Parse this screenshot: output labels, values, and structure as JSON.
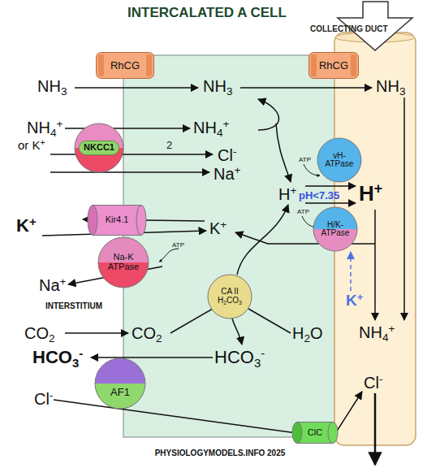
{
  "diagram": {
    "title": "INTERCALATED A CELL",
    "nodes": [
      {
        "text": [
          "RhCG"
        ]
      },
      {
        "text": [
          "RhCG"
        ]
      },
      {
        "text": [
          "NKCC1"
        ]
      },
      {
        "text": [
          "vH-ATPase"
        ]
      },
      {
        "text": [
          "Kir4.1"
        ]
      },
      {
        "text": [
          "H/K-ATPase"
        ]
      },
      {
        "text": [
          "Na-K ATPase"
        ]
      },
      {
        "text": [
          "CA II H2CO3"
        ]
      },
      {
        "text": [
          "AF1"
        ]
      },
      {
        "text": [
          "ClC"
        ]
      }
    ],
    "labels": [
      "COLLECTING DUCT",
      "NH3",
      "NH3",
      "NH3",
      "NH4+",
      "or K+",
      "NH4+",
      "2",
      "Cl-",
      "Na+",
      "ATP",
      "H+",
      "pH<7.35",
      "H+",
      "ATP",
      "K+",
      "K+",
      "ATP",
      "Na+",
      "K+",
      "INTERSTITIUM",
      "CO2",
      "CO2",
      "H2O",
      "NH4+",
      "HCO3-",
      "HCO3-",
      "Cl-",
      "Cl-",
      "PHYSIOLOGYMODELS.INFO 2025"
    ]
  }
}
